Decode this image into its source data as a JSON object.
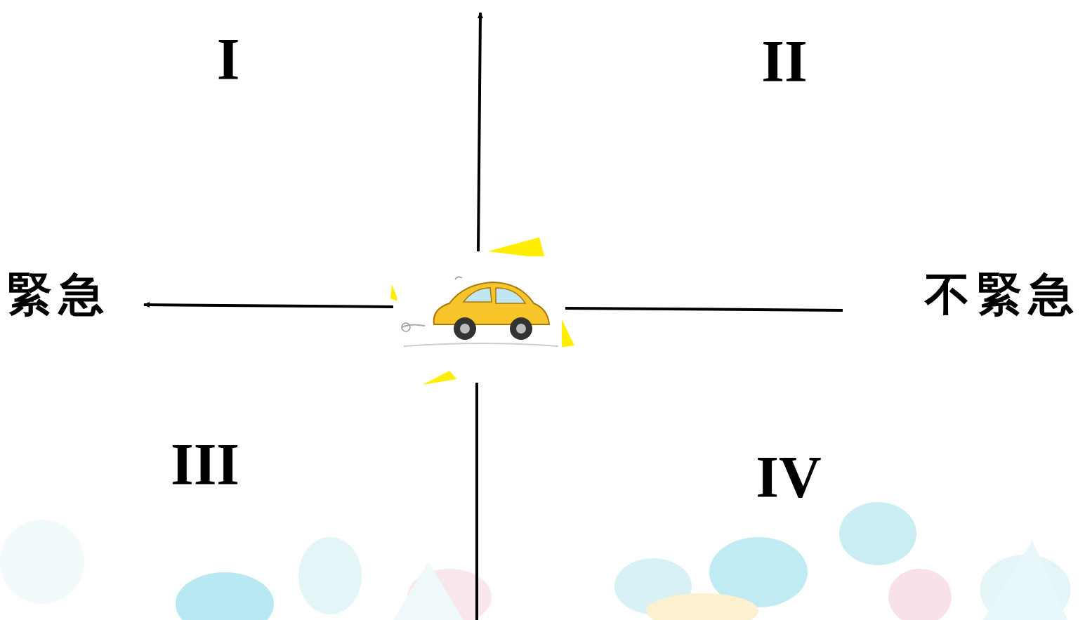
{
  "diagram": {
    "labels": [
      "I",
      "II",
      "緊急",
      "不緊急",
      "III",
      "IV"
    ]
  }
}
